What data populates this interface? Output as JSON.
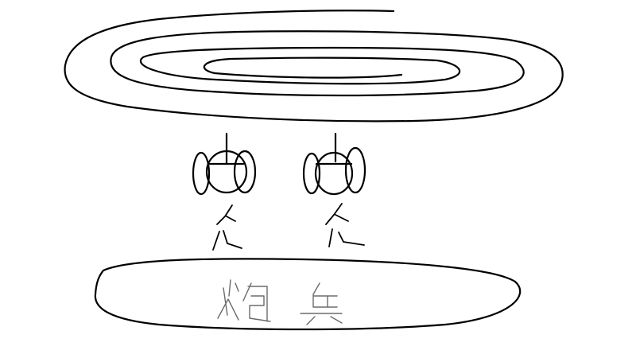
{
  "canvas": {
    "background": "#ffffff",
    "ink_color": "#000000",
    "pencil_color": "#6b6b6b"
  },
  "drawing": {
    "spiral_cloud": "spiral",
    "figures": [
      "figure",
      "figure"
    ],
    "platform_label": "炮兵"
  }
}
